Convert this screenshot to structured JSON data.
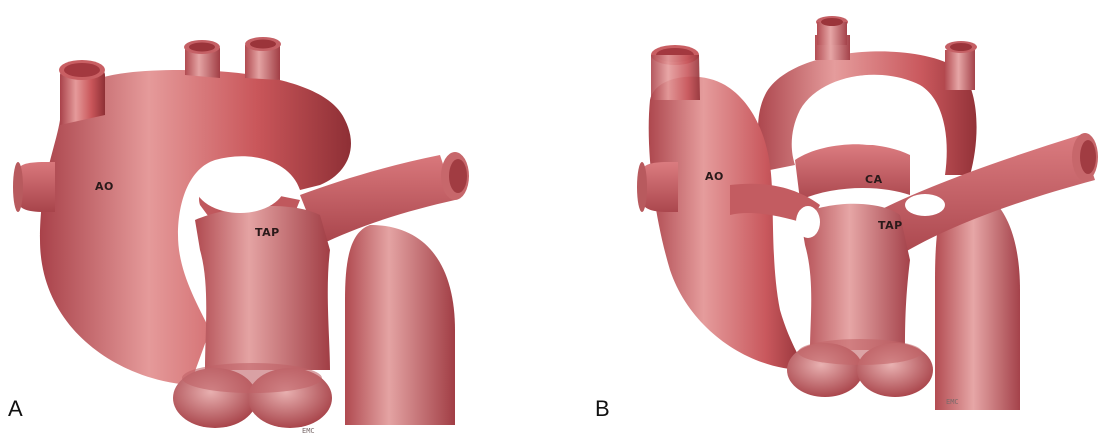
{
  "panels": [
    {
      "letter": "A",
      "labels": {
        "aorta": "AO",
        "pulmonary_trunk": "TAP"
      },
      "signature": "EMC"
    },
    {
      "letter": "B",
      "labels": {
        "aorta": "AO",
        "common_arch": "CA",
        "pulmonary_trunk": "TAP"
      },
      "signature": "EMC"
    }
  ],
  "colors": {
    "vessel_base": "#c9565a",
    "vessel_light": "#e59a9a",
    "vessel_dark": "#8e2f35",
    "background": "#ffffff"
  }
}
